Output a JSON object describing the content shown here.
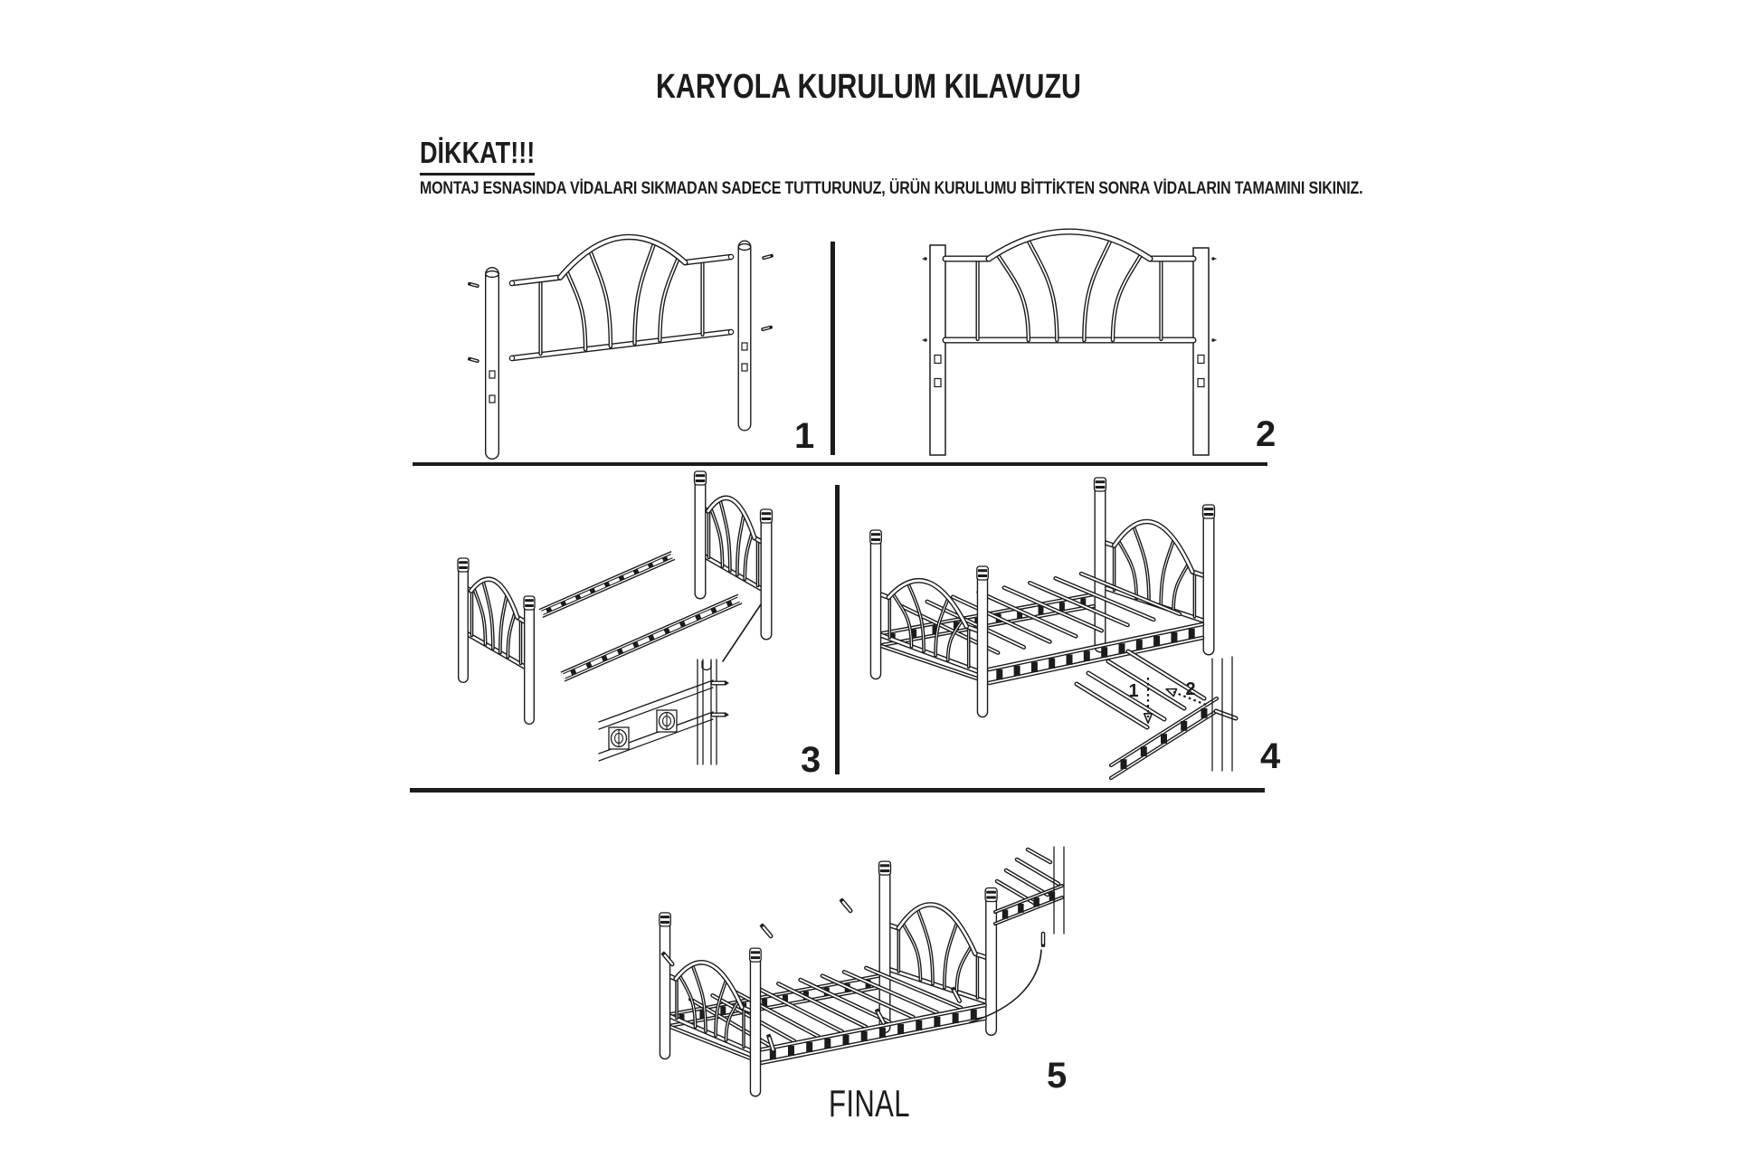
{
  "page": {
    "background": "#ffffff",
    "ink_color": "#1c1c1c"
  },
  "header": {
    "title": "KARYOLA KURULUM KILAVUZU"
  },
  "warning": {
    "heading": "DİKKAT!!!",
    "text": "MONTAJ ESNASINDA VİDALARI SIKMADAN SADECE TUTTURUNUZ, ÜRÜN KURULUMU BİTTİKTEN SONRA VİDALARIN TAMAMINI SIKINIZ."
  },
  "steps": [
    {
      "number": "1"
    },
    {
      "number": "2"
    },
    {
      "number": "3"
    },
    {
      "number": "4",
      "inset_labels": [
        "1",
        "2"
      ]
    },
    {
      "number": "5"
    }
  ],
  "final_label": "FINAL"
}
